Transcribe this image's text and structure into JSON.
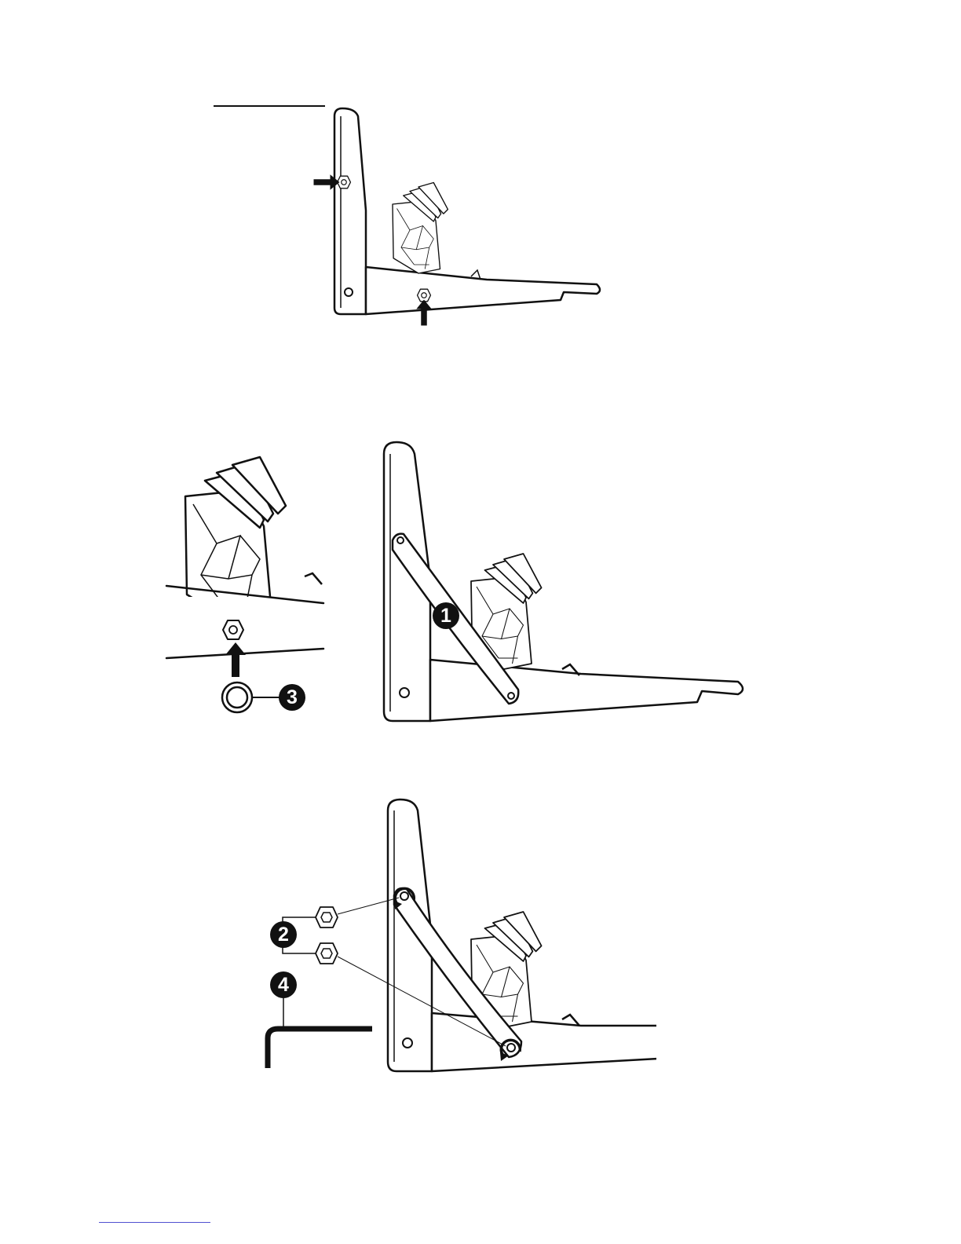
{
  "figure": {
    "panels": [
      {
        "id": "panel-1",
        "description_visible": false
      },
      {
        "id": "panel-2",
        "description_visible": false
      },
      {
        "id": "panel-3",
        "description_visible": false
      }
    ],
    "callouts": {
      "c1": "1",
      "c2": "2",
      "c3": "3",
      "c4": "4"
    },
    "colors": {
      "line": "#111111",
      "background": "#ffffff",
      "footer_rule": "#5050d0"
    }
  }
}
